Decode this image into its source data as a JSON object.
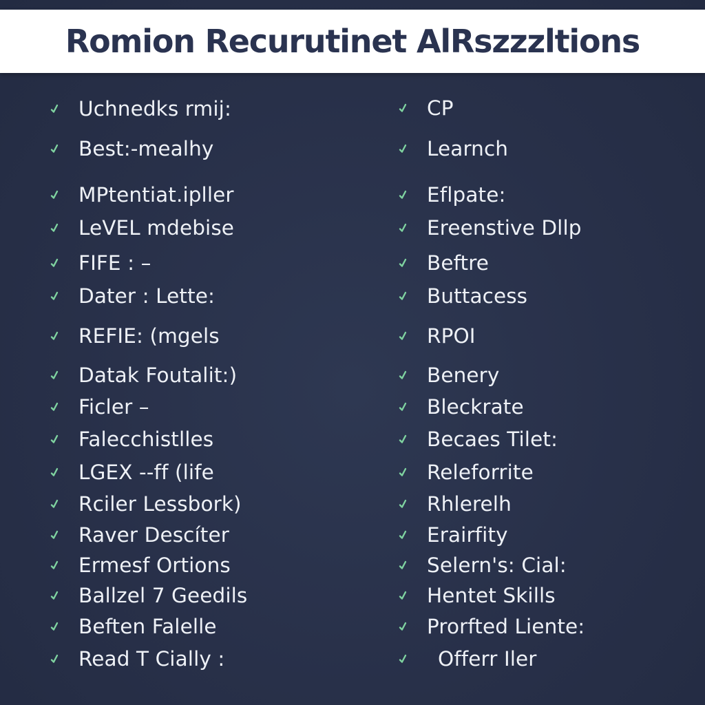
{
  "title": "Romion Recurutinet AlRszzzltions",
  "left_items": [
    "Uchnedks rmij:",
    "Best:-mealhy",
    "MPtentiat.ipller",
    "LeVEL mdebise",
    "FIFE : –",
    "Dater : Lette:",
    "REFIE: (mgels",
    "Datak Foutalit:)",
    "Ficler –",
    "Falecchistlles",
    "LGEX --ff (life",
    "Rciler Lessbork)",
    "Raver Descíter",
    "Ermesf Ortions",
    "Ballzel 7 Geedils",
    "Beften Falelle",
    "Read T Cially :"
  ],
  "right_items": [
    "CP",
    "Learnch",
    "Eflpate:",
    "Ereenstive Dllp",
    "Beftre",
    "Buttacess",
    "RPOI",
    "Benery",
    "Bleckrate",
    "Becaes Tilet:",
    "Releforrite",
    "Rhlerelh",
    "Erairfity",
    "Selern's: Cial:",
    "Hentet Skills",
    "Prorfted Liente:",
    " Offerr Iler"
  ],
  "colors": {
    "background": "#293249",
    "title_bar": "#ffffff",
    "title_text": "#2a3350",
    "check": "#7fd3a0",
    "label": "#eef1f6"
  },
  "icons": {
    "bullet": "check-icon"
  }
}
